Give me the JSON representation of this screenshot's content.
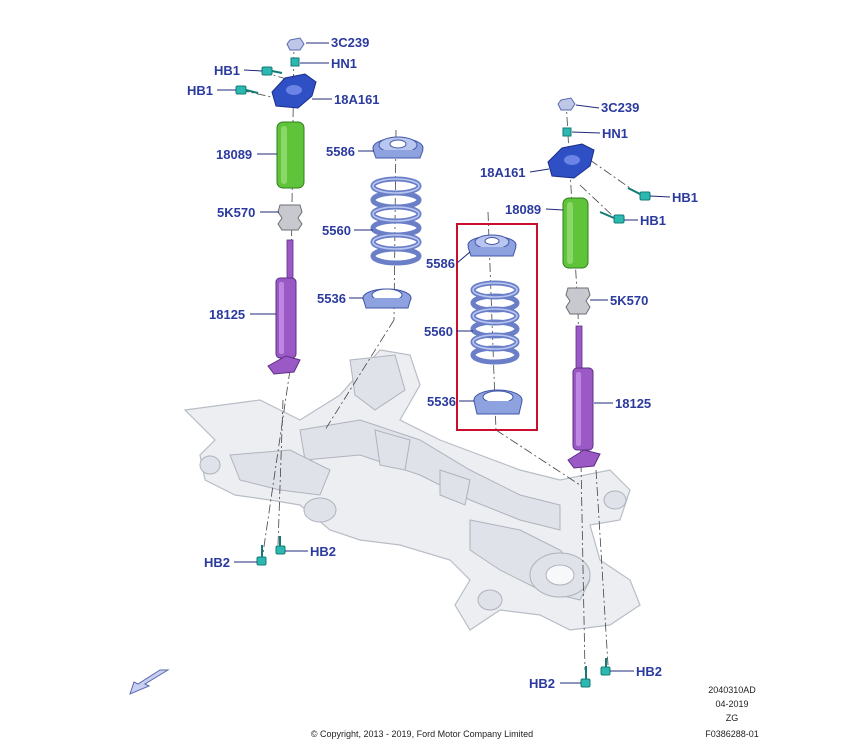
{
  "labels": {
    "top_left": [
      "3C239",
      "HN1",
      "HB1",
      "HB1",
      "18A161",
      "18089",
      "5K570",
      "18125"
    ],
    "left_spring": [
      "5586",
      "5560",
      "5536"
    ],
    "highlight": [
      "5586",
      "5560",
      "5536"
    ],
    "top_right": [
      "3C239",
      "HN1",
      "18A161",
      "HB1",
      "18089",
      "HB1",
      "5K570",
      "18125"
    ],
    "bottom": [
      "HB2",
      "HB2",
      "HB2",
      "HB2"
    ]
  },
  "meta": {
    "code": "2040310AD",
    "date": "04-2019",
    "rev": "ZG",
    "figure": "F0386288-01"
  },
  "copyright": "© Copyright, 2013 - 2019, Ford Motor Company Limited",
  "colors": {
    "label": "#2b3a9e",
    "highlight_box": "#c8102e",
    "shock_green": "#5fc43a",
    "strut_purple": "#9b59c6",
    "mount_blue": "#2f4fc4",
    "spring_blue": "#6a7fc8",
    "bolt_cyan": "#2bb8b0"
  }
}
